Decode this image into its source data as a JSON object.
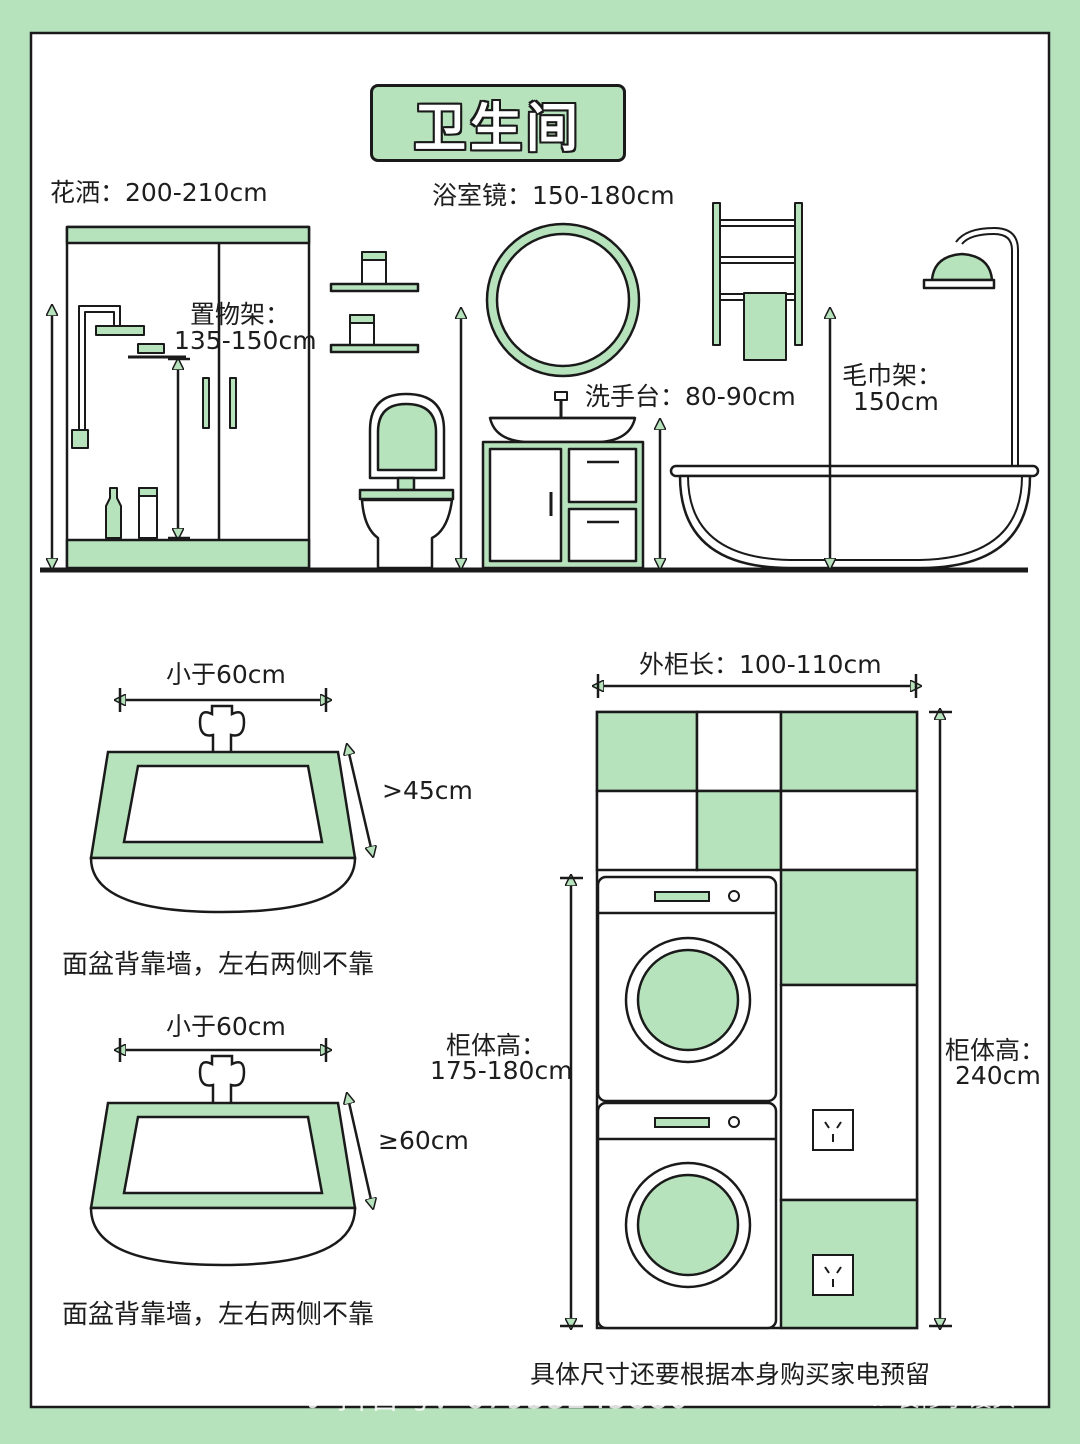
{
  "title": "卫生间",
  "top_section": {
    "shower_label": "花洒：200-210cm",
    "mirror_label": "浴室镜：150-180cm",
    "shelf_label_line1": "置物架：",
    "shelf_label_line2": "135-150cm",
    "basin_label": "洗手台：80-90cm",
    "towel_label_line1": "毛巾架：",
    "towel_label_line2": "150cm"
  },
  "sink_top": {
    "width_label": "小于60cm",
    "depth_label": ">45cm",
    "caption": "面盆背靠墙，左右两侧不靠"
  },
  "sink_bottom": {
    "width_label": "小于60cm",
    "depth_label": "≥60cm",
    "caption": "面盆背靠墙，左右两侧不靠"
  },
  "cabinet": {
    "outer_length_label": "外柜长：100-110cm",
    "body_height_left_line1": "柜体高：",
    "body_height_left_line2": "175-180cm",
    "body_height_right_line1": "柜体高：",
    "body_height_right_line2": "240cm"
  },
  "footer_note": "具体尺寸还要根据本身购买家电预留",
  "watermark": {
    "douyin": "抖音号：67953245880",
    "wechat": "装修小馒头"
  },
  "colors": {
    "background": "#b6e3bc",
    "panel": "#ffffff",
    "accent_green": "#b6e3bc",
    "outline": "#1a1a1a"
  }
}
